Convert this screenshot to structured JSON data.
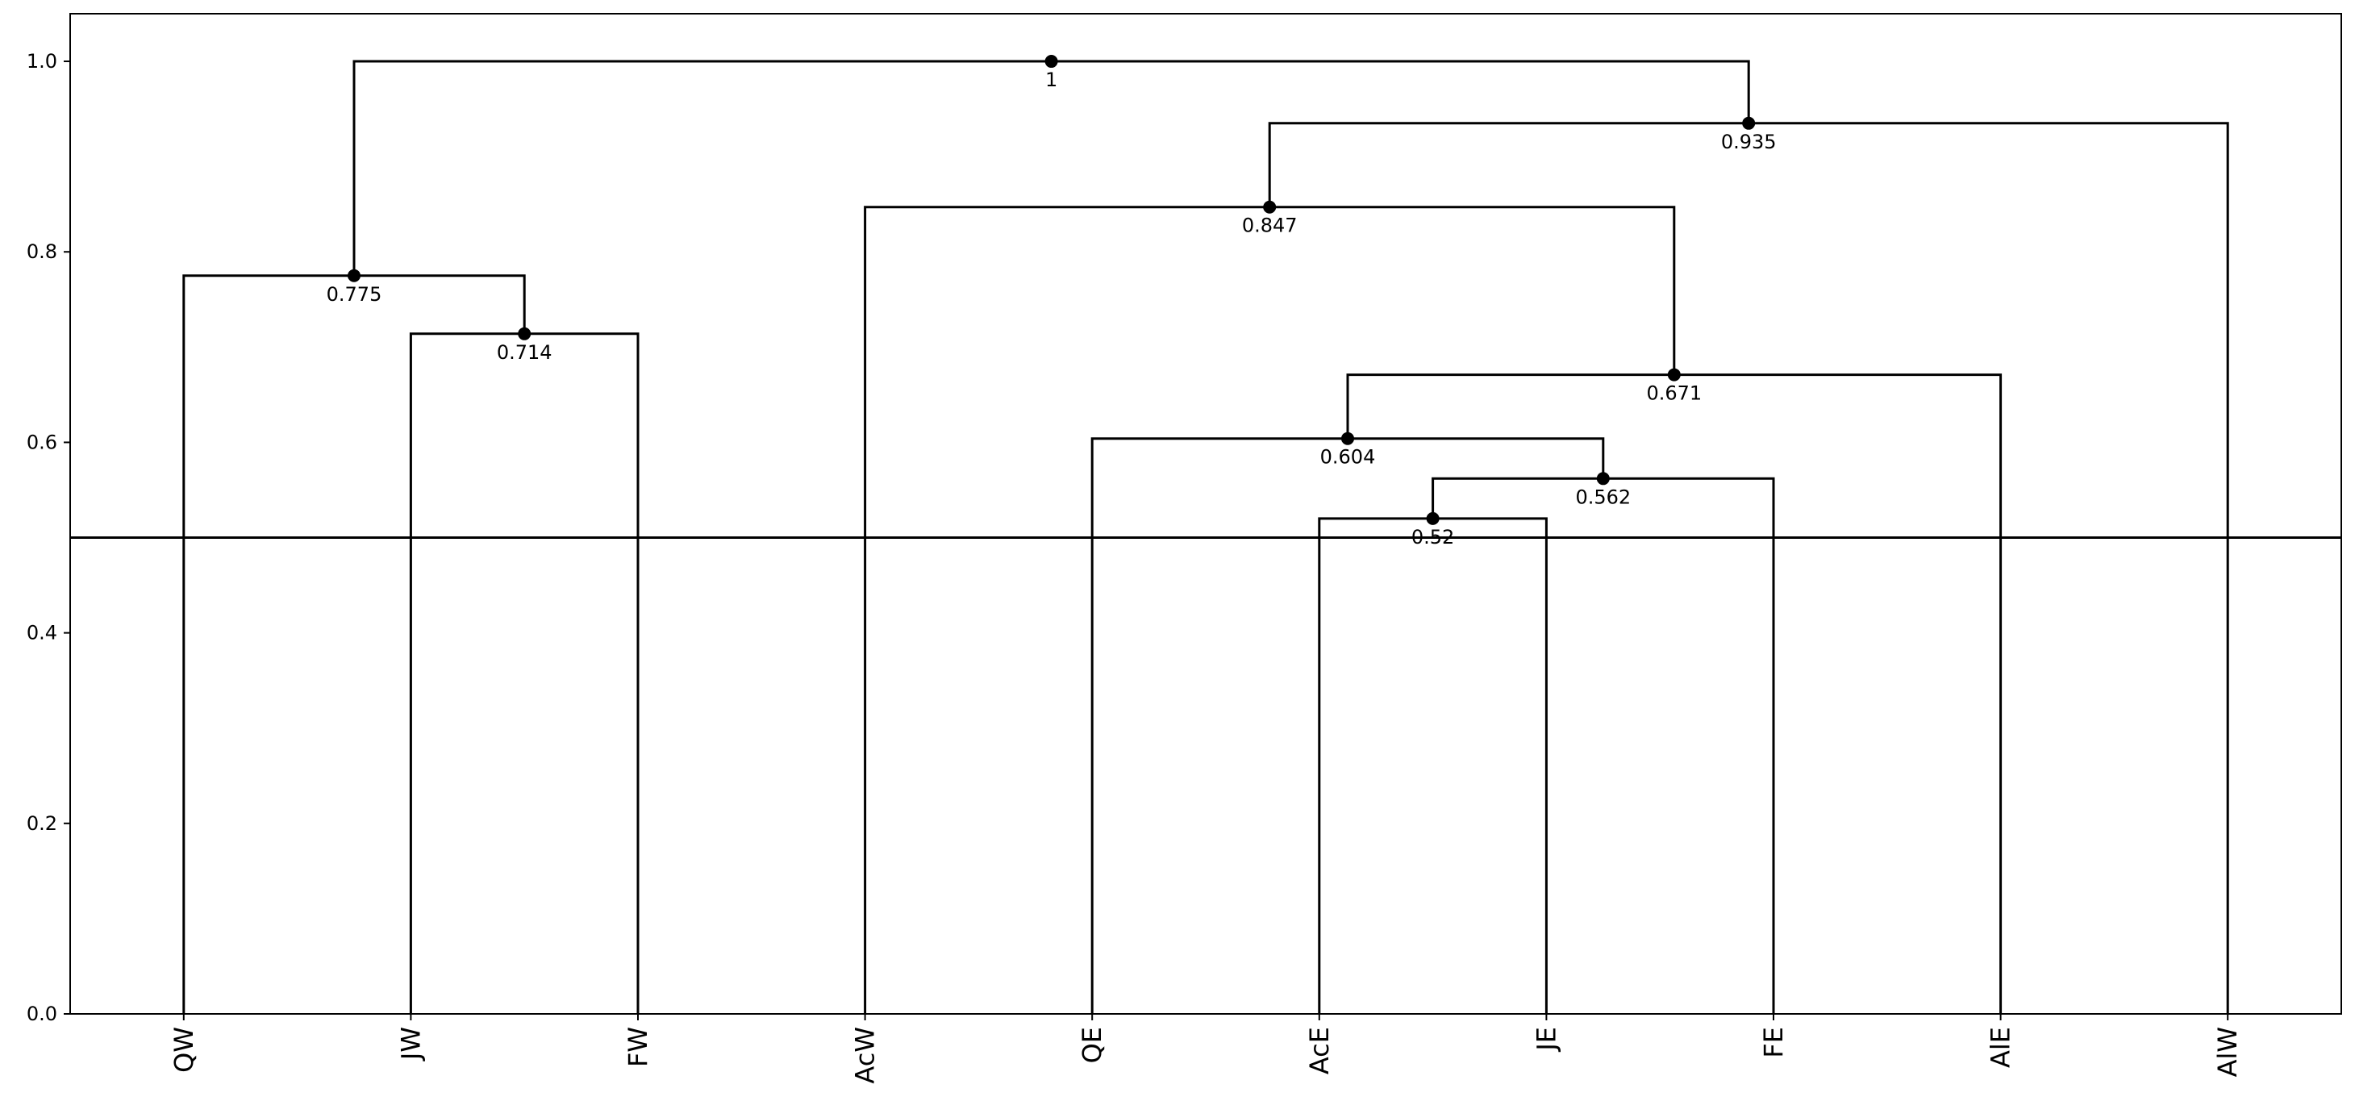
{
  "chart_data": {
    "type": "dendrogram",
    "title": "",
    "xlabel": "",
    "ylabel": "",
    "ylim": [
      0,
      1.05
    ],
    "yticks": [
      0.0,
      0.2,
      0.4,
      0.6,
      0.8,
      1.0
    ],
    "ytick_labels": [
      "0.0",
      "0.2",
      "0.4",
      "0.6",
      "0.8",
      "1.0"
    ],
    "leaves": [
      "QW",
      "JW",
      "FW",
      "AcW",
      "QE",
      "AcE",
      "JE",
      "FE",
      "AlE",
      "AlW"
    ],
    "merges": [
      {
        "id": "m1",
        "left": "AcE",
        "right": "JE",
        "height": 0.52,
        "label": "0.52"
      },
      {
        "id": "m2",
        "left": "m1",
        "right": "FE",
        "height": 0.562,
        "label": "0.562"
      },
      {
        "id": "m3",
        "left": "QE",
        "right": "m2",
        "height": 0.604,
        "label": "0.604"
      },
      {
        "id": "m4",
        "left": "m3",
        "right": "AlE",
        "height": 0.671,
        "label": "0.671"
      },
      {
        "id": "m5",
        "left": "JW",
        "right": "FW",
        "height": 0.714,
        "label": "0.714"
      },
      {
        "id": "m6",
        "left": "QW",
        "right": "m5",
        "height": 0.775,
        "label": "0.775"
      },
      {
        "id": "m7",
        "left": "AcW",
        "right": "m4",
        "height": 0.847,
        "label": "0.847"
      },
      {
        "id": "m8",
        "left": "m7",
        "right": "AlW",
        "height": 0.935,
        "label": "0.935"
      },
      {
        "id": "m9",
        "left": "m6",
        "right": "m8",
        "height": 1.0,
        "label": "1"
      }
    ],
    "threshold": 0.5,
    "grid": false,
    "legend": "none"
  }
}
